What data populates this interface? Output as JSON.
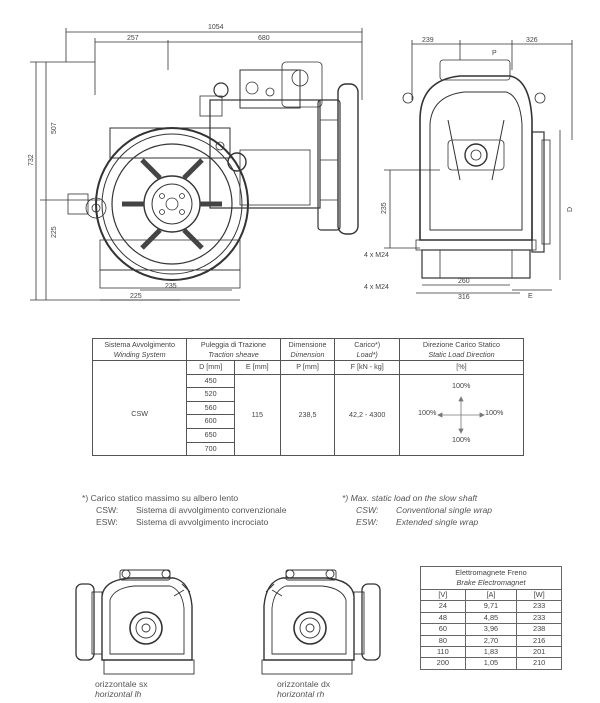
{
  "drawing": {
    "front_dims": {
      "overall": "1054",
      "left": "257",
      "mid": "680",
      "h_total": "732",
      "h_upper": "507",
      "h_lower": "225",
      "bottom_inner": "235",
      "bottom_outer": "225"
    },
    "side_dims": {
      "top_left": "239",
      "top_p": "P",
      "top_right": "326",
      "d": "D",
      "h": "235",
      "bolt1": "4 x M24",
      "bolt2": "4 x M24",
      "base_inner": "260",
      "base_outer": "316",
      "e": "E"
    }
  },
  "spec_table": {
    "headers": [
      {
        "it": "Sistema Avvolgimento",
        "en": "Winding System"
      },
      {
        "it": "Puleggia di Trazione",
        "en": "Traction sheave"
      },
      {
        "it": "Dimensione",
        "en": "Dimension"
      },
      {
        "it": "Carico*)",
        "en": "Load*)"
      },
      {
        "it": "Direzione Carico Statico",
        "en": "Static Load Direction"
      }
    ],
    "units": [
      "D [mm]",
      "E [mm]",
      "P [mm]",
      "F [kN - kg]",
      "[%]"
    ],
    "system": "CSW",
    "d_values": [
      "450",
      "520",
      "560",
      "600",
      "650",
      "700"
    ],
    "e_value": "115",
    "p_value": "238,5",
    "load_value": "42,2 - 4300",
    "direction": {
      "up": "100%",
      "left": "100%",
      "right": "100%",
      "down": "100%"
    }
  },
  "notes_it": {
    "title": "*) Carico statico massimo su albero lento",
    "rows": [
      {
        "k": "CSW:",
        "v": "Sistema di avvolgimento convenzionale"
      },
      {
        "k": "ESW:",
        "v": "Sistema di avvolgimento incrociato"
      }
    ]
  },
  "notes_en": {
    "title": "*) Max. static load on the slow shaft",
    "rows": [
      {
        "k": "CSW:",
        "v": "Conventional single wrap"
      },
      {
        "k": "ESW:",
        "v": "Extended single wrap"
      }
    ]
  },
  "views": {
    "left": {
      "it": "orizzontale sx",
      "en": "horizontal lh"
    },
    "right": {
      "it": "orizzontale dx",
      "en": "horizontal rh"
    }
  },
  "brake_table": {
    "title_it": "Elettromagnete Freno",
    "title_en": "Brake Electromagnet",
    "headers": [
      "[V]",
      "[A]",
      "[W]"
    ],
    "rows": [
      [
        "24",
        "9,71",
        "233"
      ],
      [
        "48",
        "4,85",
        "233"
      ],
      [
        "60",
        "3,96",
        "238"
      ],
      [
        "80",
        "2,70",
        "216"
      ],
      [
        "110",
        "1,83",
        "201"
      ],
      [
        "200",
        "1,05",
        "210"
      ]
    ]
  }
}
